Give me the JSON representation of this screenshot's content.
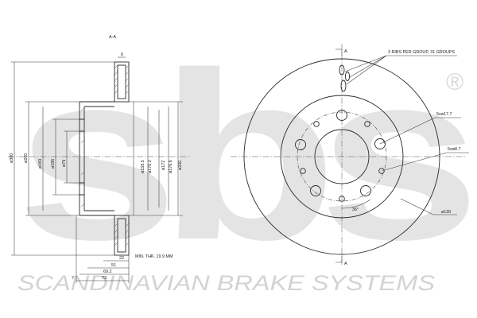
{
  "watermark": {
    "logo_text": "sbs",
    "registered_mark": "®",
    "slogan": "SCANDINAVIAN BRAKE SYSTEMS",
    "color": "#d2d2d2"
  },
  "section_view": {
    "section_label": "A-A",
    "dims_vertical": [
      "ø300",
      "ø200",
      "ø169",
      "ø186",
      "ø79",
      "ø159.5",
      "ø170.2",
      "ø172",
      "ø176.6",
      "ø200"
    ],
    "dims_horizontal": [
      "6",
      "22",
      "51",
      "69.2",
      "73",
      "7"
    ],
    "min_thickness_note": "MIN. THK. 19.9 MM"
  },
  "front_view": {
    "section_mark": "A",
    "notes": [
      "3 RIBS PER GROUP, 31 GROUPS",
      "5xø17.7",
      "5xø8.7",
      "ø130",
      "36°"
    ]
  }
}
